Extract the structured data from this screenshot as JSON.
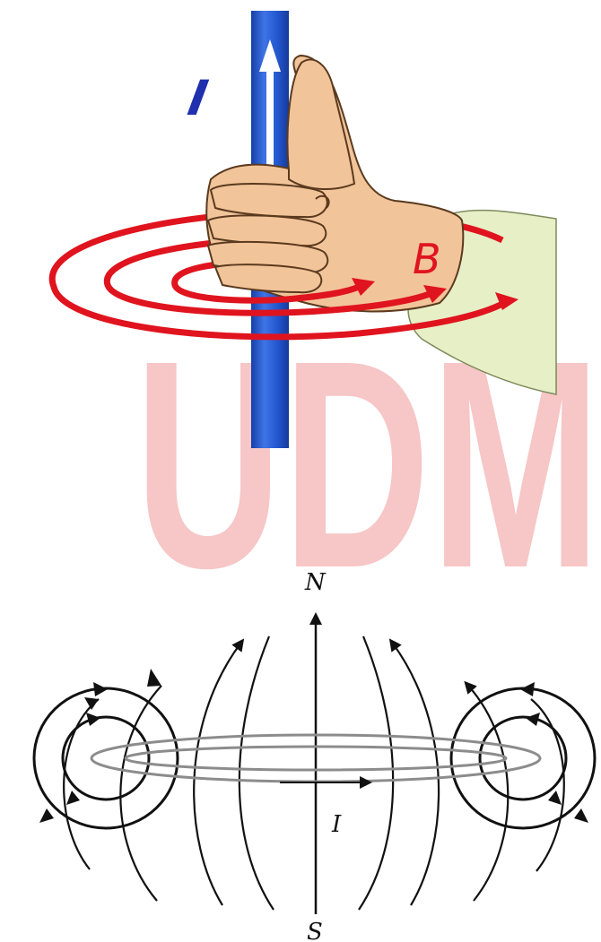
{
  "watermark": {
    "text": "UDM",
    "color": "#f7c6c6"
  },
  "right_hand_rule": {
    "current_label": "I",
    "field_label": "B",
    "wire_color": "#1f4fc8",
    "field_line_color": "#e0141e",
    "current_label_color": "#1f2fae",
    "skin_color": "#f2c49a",
    "sleeve_color": "#e7efc7"
  },
  "current_loop": {
    "north_label": "N",
    "south_label": "S",
    "current_label": "I",
    "line_color": "#111111",
    "loop_color": "#8c8c8c"
  }
}
